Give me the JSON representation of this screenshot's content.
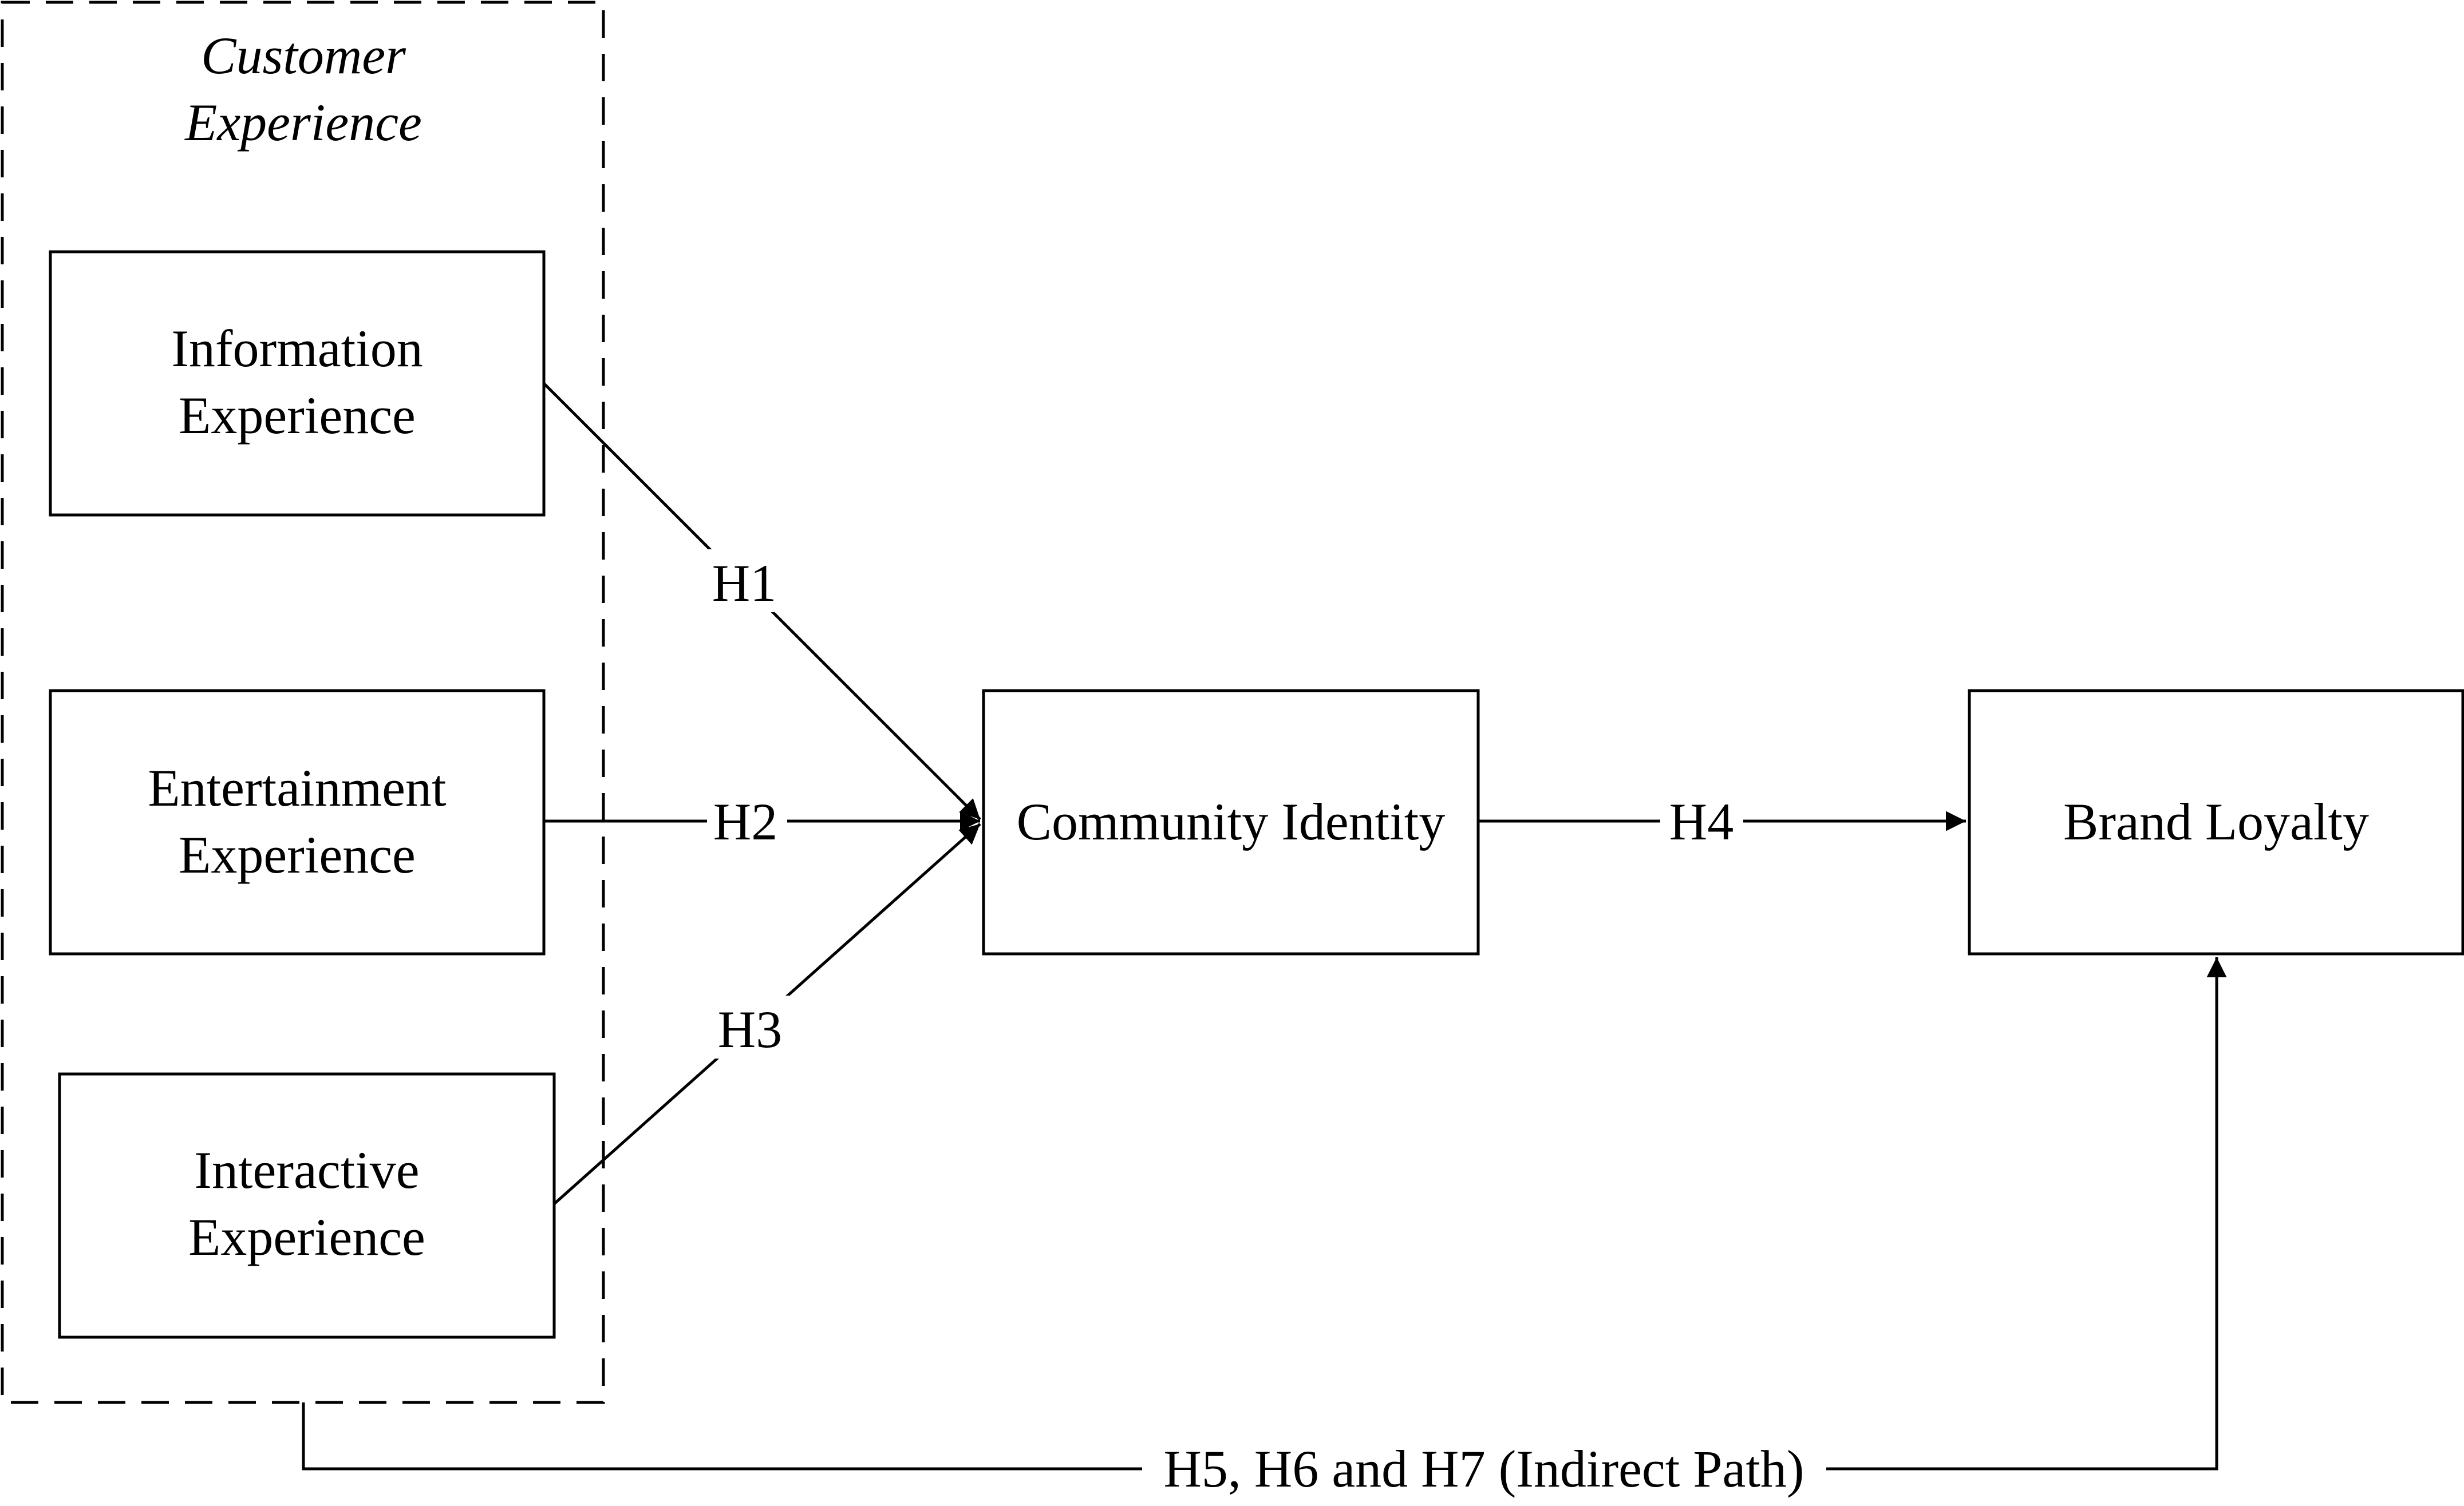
{
  "group": {
    "title_line1": "Customer",
    "title_line2": "Experience"
  },
  "nodes": {
    "information": {
      "line1": "Information",
      "line2": "Experience"
    },
    "entertainment": {
      "line1": "Entertainment",
      "line2": "Experience"
    },
    "interactive": {
      "line1": "Interactive",
      "line2": "Experience"
    },
    "community": {
      "line1": "Community Identity"
    },
    "loyalty": {
      "line1": "Brand Loyalty"
    }
  },
  "edges": {
    "h1": "H1",
    "h2": "H2",
    "h3": "H3",
    "h4": "H4",
    "h567": "H5, H6 and H7 (Indirect Path)"
  },
  "colors": {
    "stroke": "#000000",
    "background": "#ffffff"
  }
}
